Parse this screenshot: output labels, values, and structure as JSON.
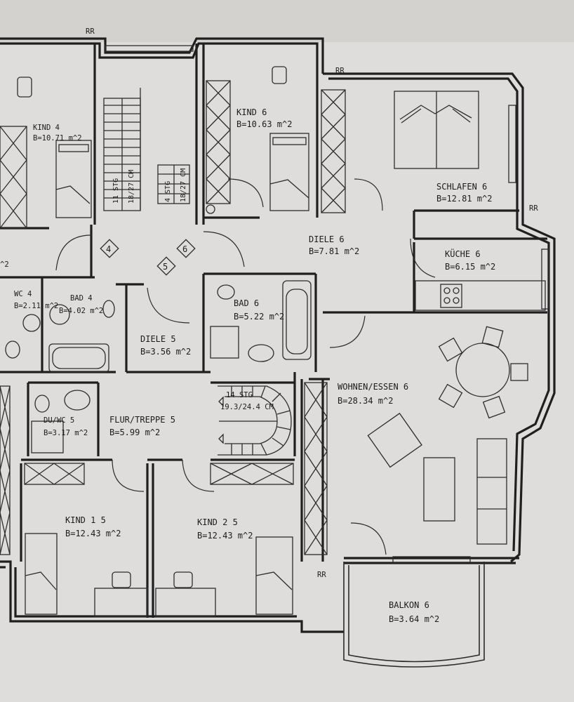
{
  "rooms": {
    "kind4": {
      "name": "KIND 4",
      "area": "B=10.71 m^2"
    },
    "kind6": {
      "name": "KIND 6",
      "area": "B=10.63 m^2"
    },
    "schlafen6": {
      "name": "SCHLAFEN 6",
      "area": "B=12.81 m^2"
    },
    "diele6": {
      "name": "DIELE 6",
      "area": "B=7.81 m^2"
    },
    "kueche6": {
      "name": "KÜCHE 6",
      "area": "B=6.15 m^2"
    },
    "wc4": {
      "name": "WC 4",
      "area": "B=2.11 m^2"
    },
    "bad4": {
      "name": "BAD 4",
      "area": "B=4.02 m^2"
    },
    "bad6": {
      "name": "BAD 6",
      "area": "B=5.22 m^2"
    },
    "diele5": {
      "name": "DIELE 5",
      "area": "B=3.56 m^2"
    },
    "wohnen6": {
      "name": "WOHNEN/ESSEN 6",
      "area": "B=28.34 m^2"
    },
    "duwc5": {
      "name": "DU/WC 5",
      "area": "B=3.17 m^2"
    },
    "flur5": {
      "name": "FLUR/TREPPE 5",
      "area": "B=5.99 m^2"
    },
    "kind15": {
      "name": "KIND 1 5",
      "area": "B=12.43 m^2"
    },
    "kind25": {
      "name": "KIND 2 5",
      "area": "B=12.43 m^2"
    },
    "balkon6": {
      "name": "BALKON 6",
      "area": "B=3.64 m^2"
    }
  },
  "stairs": {
    "main_steps": "11 STG",
    "main_size": "18/27 CM",
    "side_steps": "4 STG",
    "side_size": "18/27 CM",
    "spiral_steps": "14 STG",
    "spiral_size": "19.3/24.4 CM"
  },
  "markers": {
    "unit4": "4",
    "unit5": "5",
    "unit6": "6",
    "partial_left": "^2"
  },
  "rr_marks": [
    "RR",
    "RR",
    "RR",
    "RR"
  ]
}
